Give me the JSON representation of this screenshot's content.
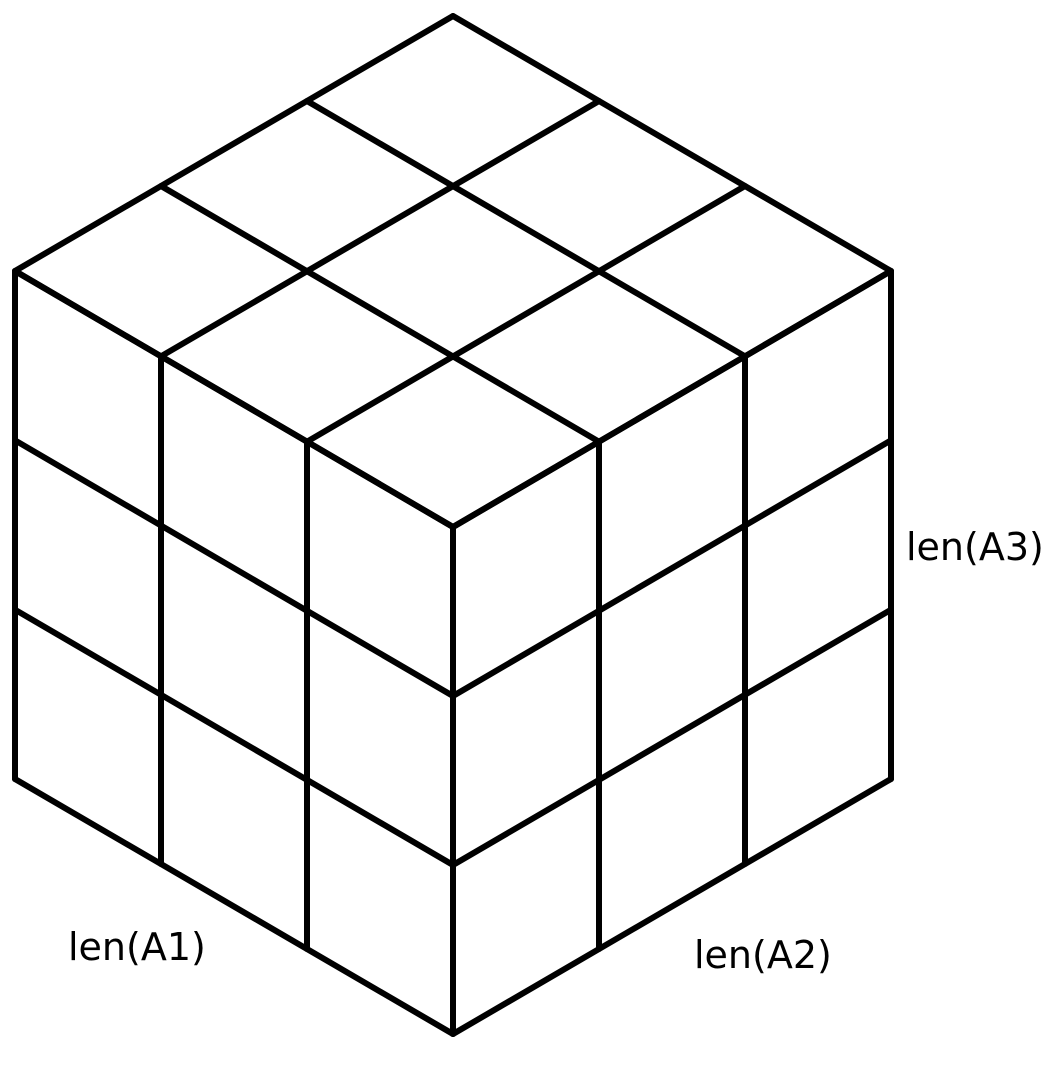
{
  "diagram": {
    "grid_divisions": 3,
    "line_color": "#000000",
    "background_color": "#ffffff",
    "labels": {
      "axis1": "len(A1)",
      "axis2": "len(A2)",
      "axis3": "len(A3)"
    }
  }
}
